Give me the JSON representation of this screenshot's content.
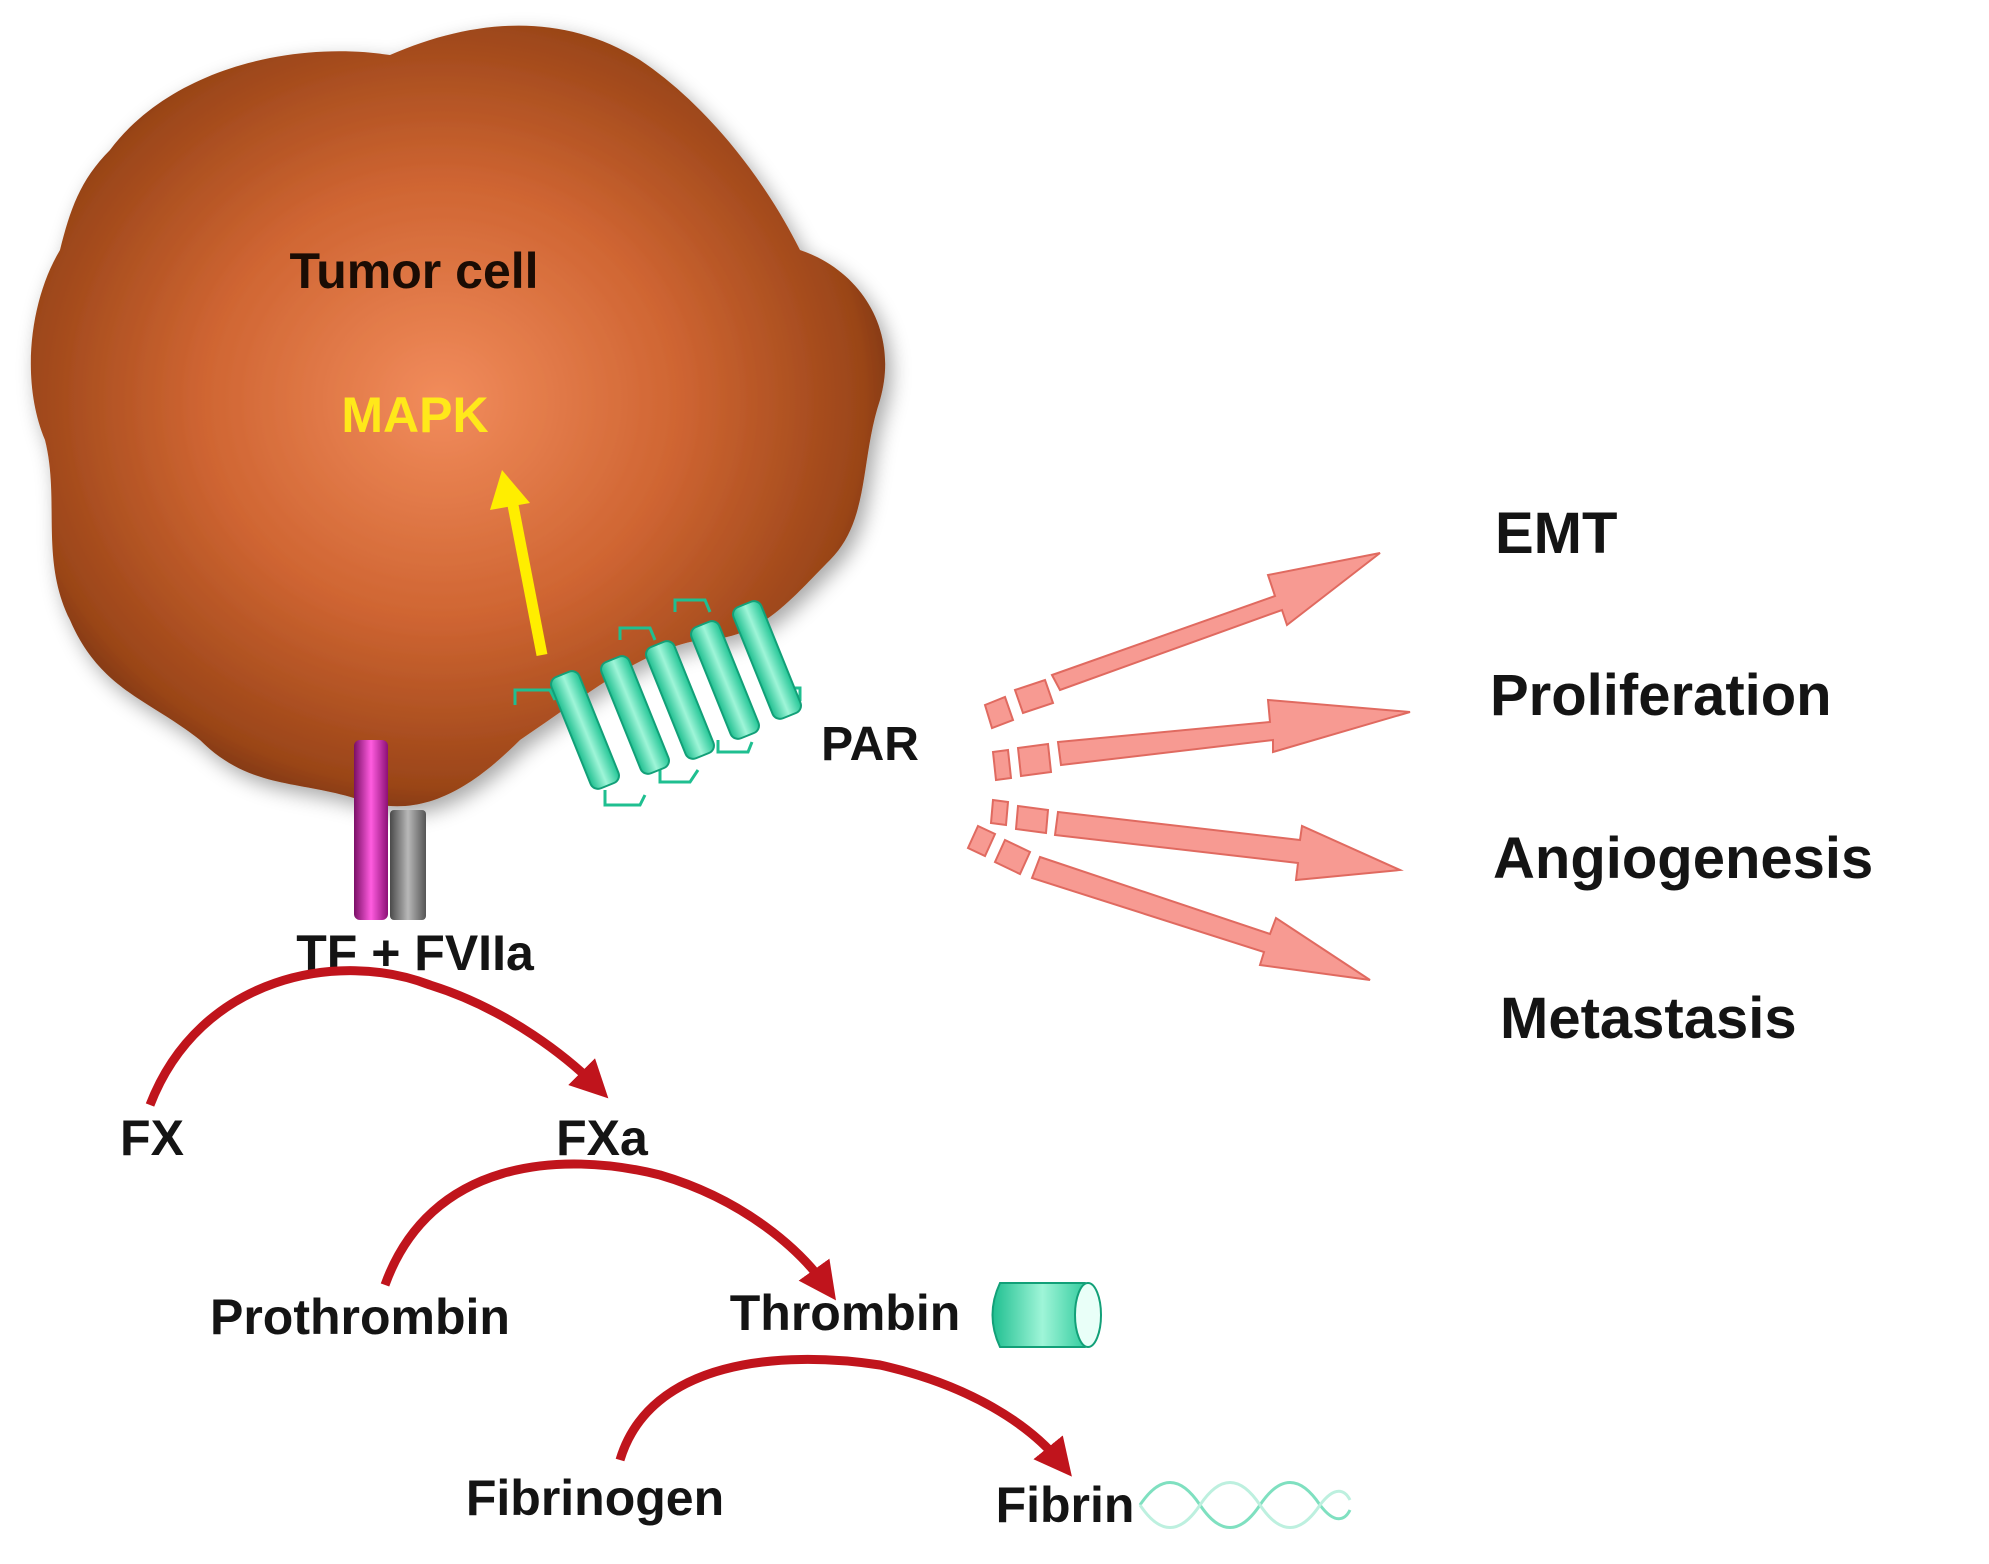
{
  "labels": {
    "tumor_cell": "Tumor cell",
    "mapk": "MAPK",
    "par": "PAR",
    "tf_fviia": "TF + FVIIa",
    "fx": "FX",
    "fxa": "FXa",
    "prothrombin": "Prothrombin",
    "thrombin": "Thrombin",
    "fibrinogen": "Fibrinogen",
    "fibrin": "Fibrin"
  },
  "outcomes": [
    "EMT",
    "Proliferation",
    "Angiogenesis",
    "Metastasis"
  ],
  "colors": {
    "cell": "#b85a2a",
    "cell_highlight": "#f08a5a",
    "mapk_text": "#ffe81a",
    "mapk_arrow": "#ffee00",
    "receptor": "#3fe0b0",
    "tf_bar": "#cc1fa8",
    "fviia_bar": "#7a7a7a",
    "cascade_arrow": "#c0141c",
    "outcome_arrow": "#f79a92",
    "outcome_arrow_stroke": "#e06a60"
  }
}
